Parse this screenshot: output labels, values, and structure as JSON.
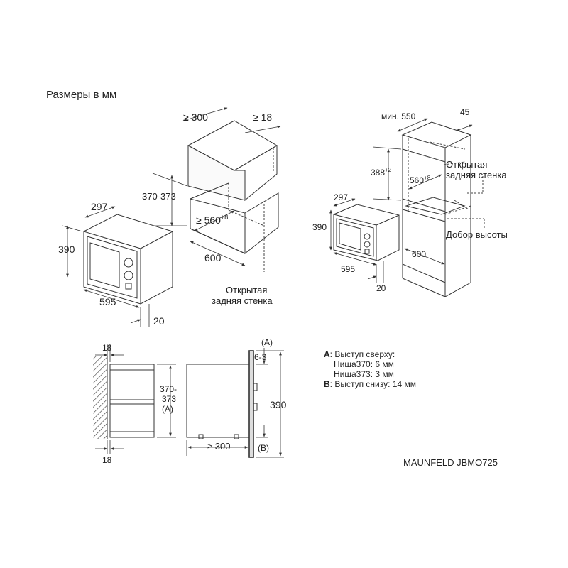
{
  "title": "Размеры в мм",
  "model": "MAUNFELD JBMO725",
  "left_view": {
    "oven_depth": "297",
    "oven_height": "390",
    "oven_width": "595",
    "oven_protrusion": "20",
    "cabinet_depth": "≥ 300",
    "cabinet_panel": "≥ 18",
    "niche_height": "370-373",
    "niche_depth_base": "≥ 560",
    "niche_depth_sup": "+8",
    "niche_width": "600",
    "open_back_line1": "Открытая",
    "open_back_line2": "задняя стенка"
  },
  "right_view": {
    "min_width_label": "мин. 550",
    "panel": "45",
    "niche_height_base": "388",
    "niche_height_sup": "+2",
    "niche_depth_base": "560",
    "niche_depth_sup": "+8",
    "open_back_line1": "Открытая",
    "open_back_line2": "задняя стенка",
    "height_addon": "Добор высоты",
    "oven_depth": "297",
    "oven_height": "390",
    "oven_width": "595",
    "oven_protrusion": "20",
    "niche_width": "600"
  },
  "side_view": {
    "top_panel": "18",
    "bottom_panel": "18",
    "niche_height_line1": "370-",
    "niche_height_line2": "373",
    "niche_height_line3": "(A)",
    "cabinet_depth": "≥ 300",
    "mark_a": "(A)",
    "mark_b": "(B)",
    "protrusion": "6-3",
    "oven_height": "390"
  },
  "notes": {
    "a_key": "A",
    "a_text": ": Выступ сверху:",
    "n370_label": "Ниша",
    "n370_value": "370",
    "n370_rest": ": 6 мм",
    "n373_label": "Ниша",
    "n373_value": "373",
    "n373_rest": ": 3 мм",
    "b_key": "B",
    "b_text": ": Выступ снизу: 14 мм"
  }
}
